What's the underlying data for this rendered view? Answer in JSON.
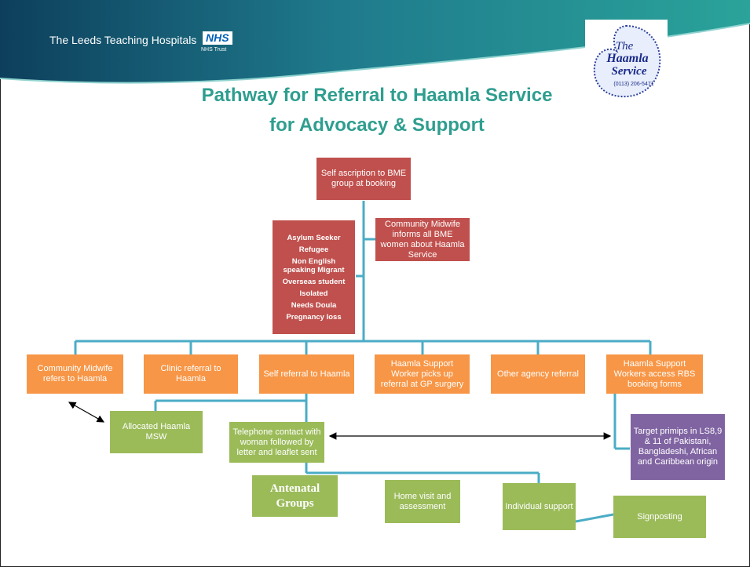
{
  "header": {
    "trust_name": "The Leeds Teaching Hospitals",
    "nhs_logo": "NHS",
    "trust_sub": "NHS Trust"
  },
  "logo": {
    "line1": "The",
    "line2": "Haamla",
    "line3": "Service",
    "phone": "(0113) 206-5471"
  },
  "title": {
    "line1": "Pathway for Referral to Haamla Service",
    "line2": "for Advocacy & Support"
  },
  "nodes": {
    "self_ascription": "Self ascription to BME group at booking",
    "midwife_informs": "Community Midwife informs all BME women about Haamla Service",
    "reasons": [
      "Asylum Seeker",
      "Refugee",
      "Non English speaking Migrant",
      "Overseas student",
      "Isolated",
      "Needs Doula",
      "Pregnancy loss"
    ],
    "referrals": [
      "Community Midwife refers to Haamla",
      "Clinic referral to Haamla",
      "Self referral to Haamla",
      "Haamla Support Worker picks up referral at GP surgery",
      "Other agency referral",
      "Haamla Support Workers access RBS booking forms"
    ],
    "allocated": "Allocated Haamla MSW",
    "telephone": "Telephone contact with woman followed by letter and leaflet sent",
    "target": "Target primips in LS8,9 & 11 of Pakistani, Bangladeshi, African and Caribbean origin",
    "antenatal": "Antenatal Groups",
    "home_visit": "Home visit and assessment",
    "individual": "Individual support",
    "signposting": "Signposting"
  },
  "colors": {
    "red": "#c0504d",
    "orange": "#f79646",
    "green": "#9bbb59",
    "purple": "#8064a2",
    "connector": "#4bacc6",
    "title": "#2e9e8f",
    "header": "#1a6f8a"
  }
}
